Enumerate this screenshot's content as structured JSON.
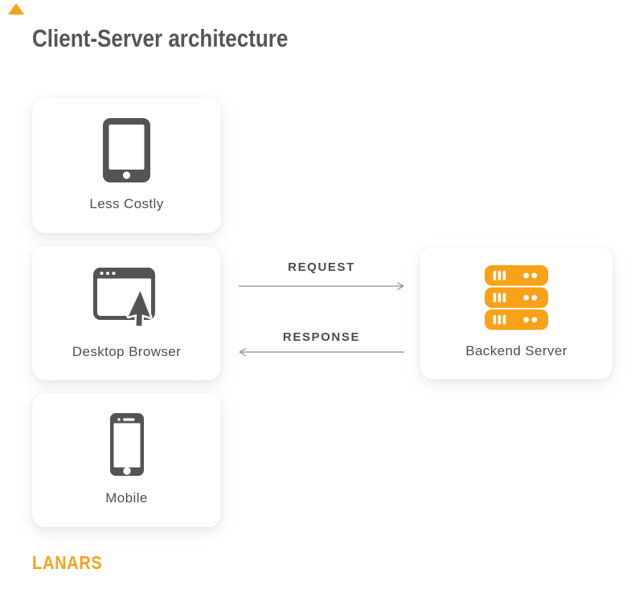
{
  "header": {
    "title": "Client-Server architecture"
  },
  "brand": {
    "logo_text": "LANARS",
    "corner_mark_icon": "triangle-icon",
    "accent_orange": "#F7A219"
  },
  "diagram": {
    "clients": [
      {
        "label": "Less Costly",
        "icon": "tablet-icon"
      },
      {
        "label": "Desktop Browser",
        "icon": "browser-cursor-icon"
      },
      {
        "label": "Mobile",
        "icon": "smartphone-icon"
      }
    ],
    "server": {
      "label": "Backend Server",
      "icon": "server-stack-icon"
    },
    "arrows": [
      {
        "label": "REQUEST",
        "direction": "left-to-right"
      },
      {
        "label": "RESPONSE",
        "direction": "right-to-left"
      }
    ]
  },
  "colors": {
    "background": "#FFFFFF",
    "card_background": "#FFFFFF",
    "icon_gray": "#545456",
    "label_gray": "#4E4E50",
    "title_gray": "#56565A",
    "arrow_gray": "#8D8D8D",
    "accent_orange": "#F7A219"
  }
}
